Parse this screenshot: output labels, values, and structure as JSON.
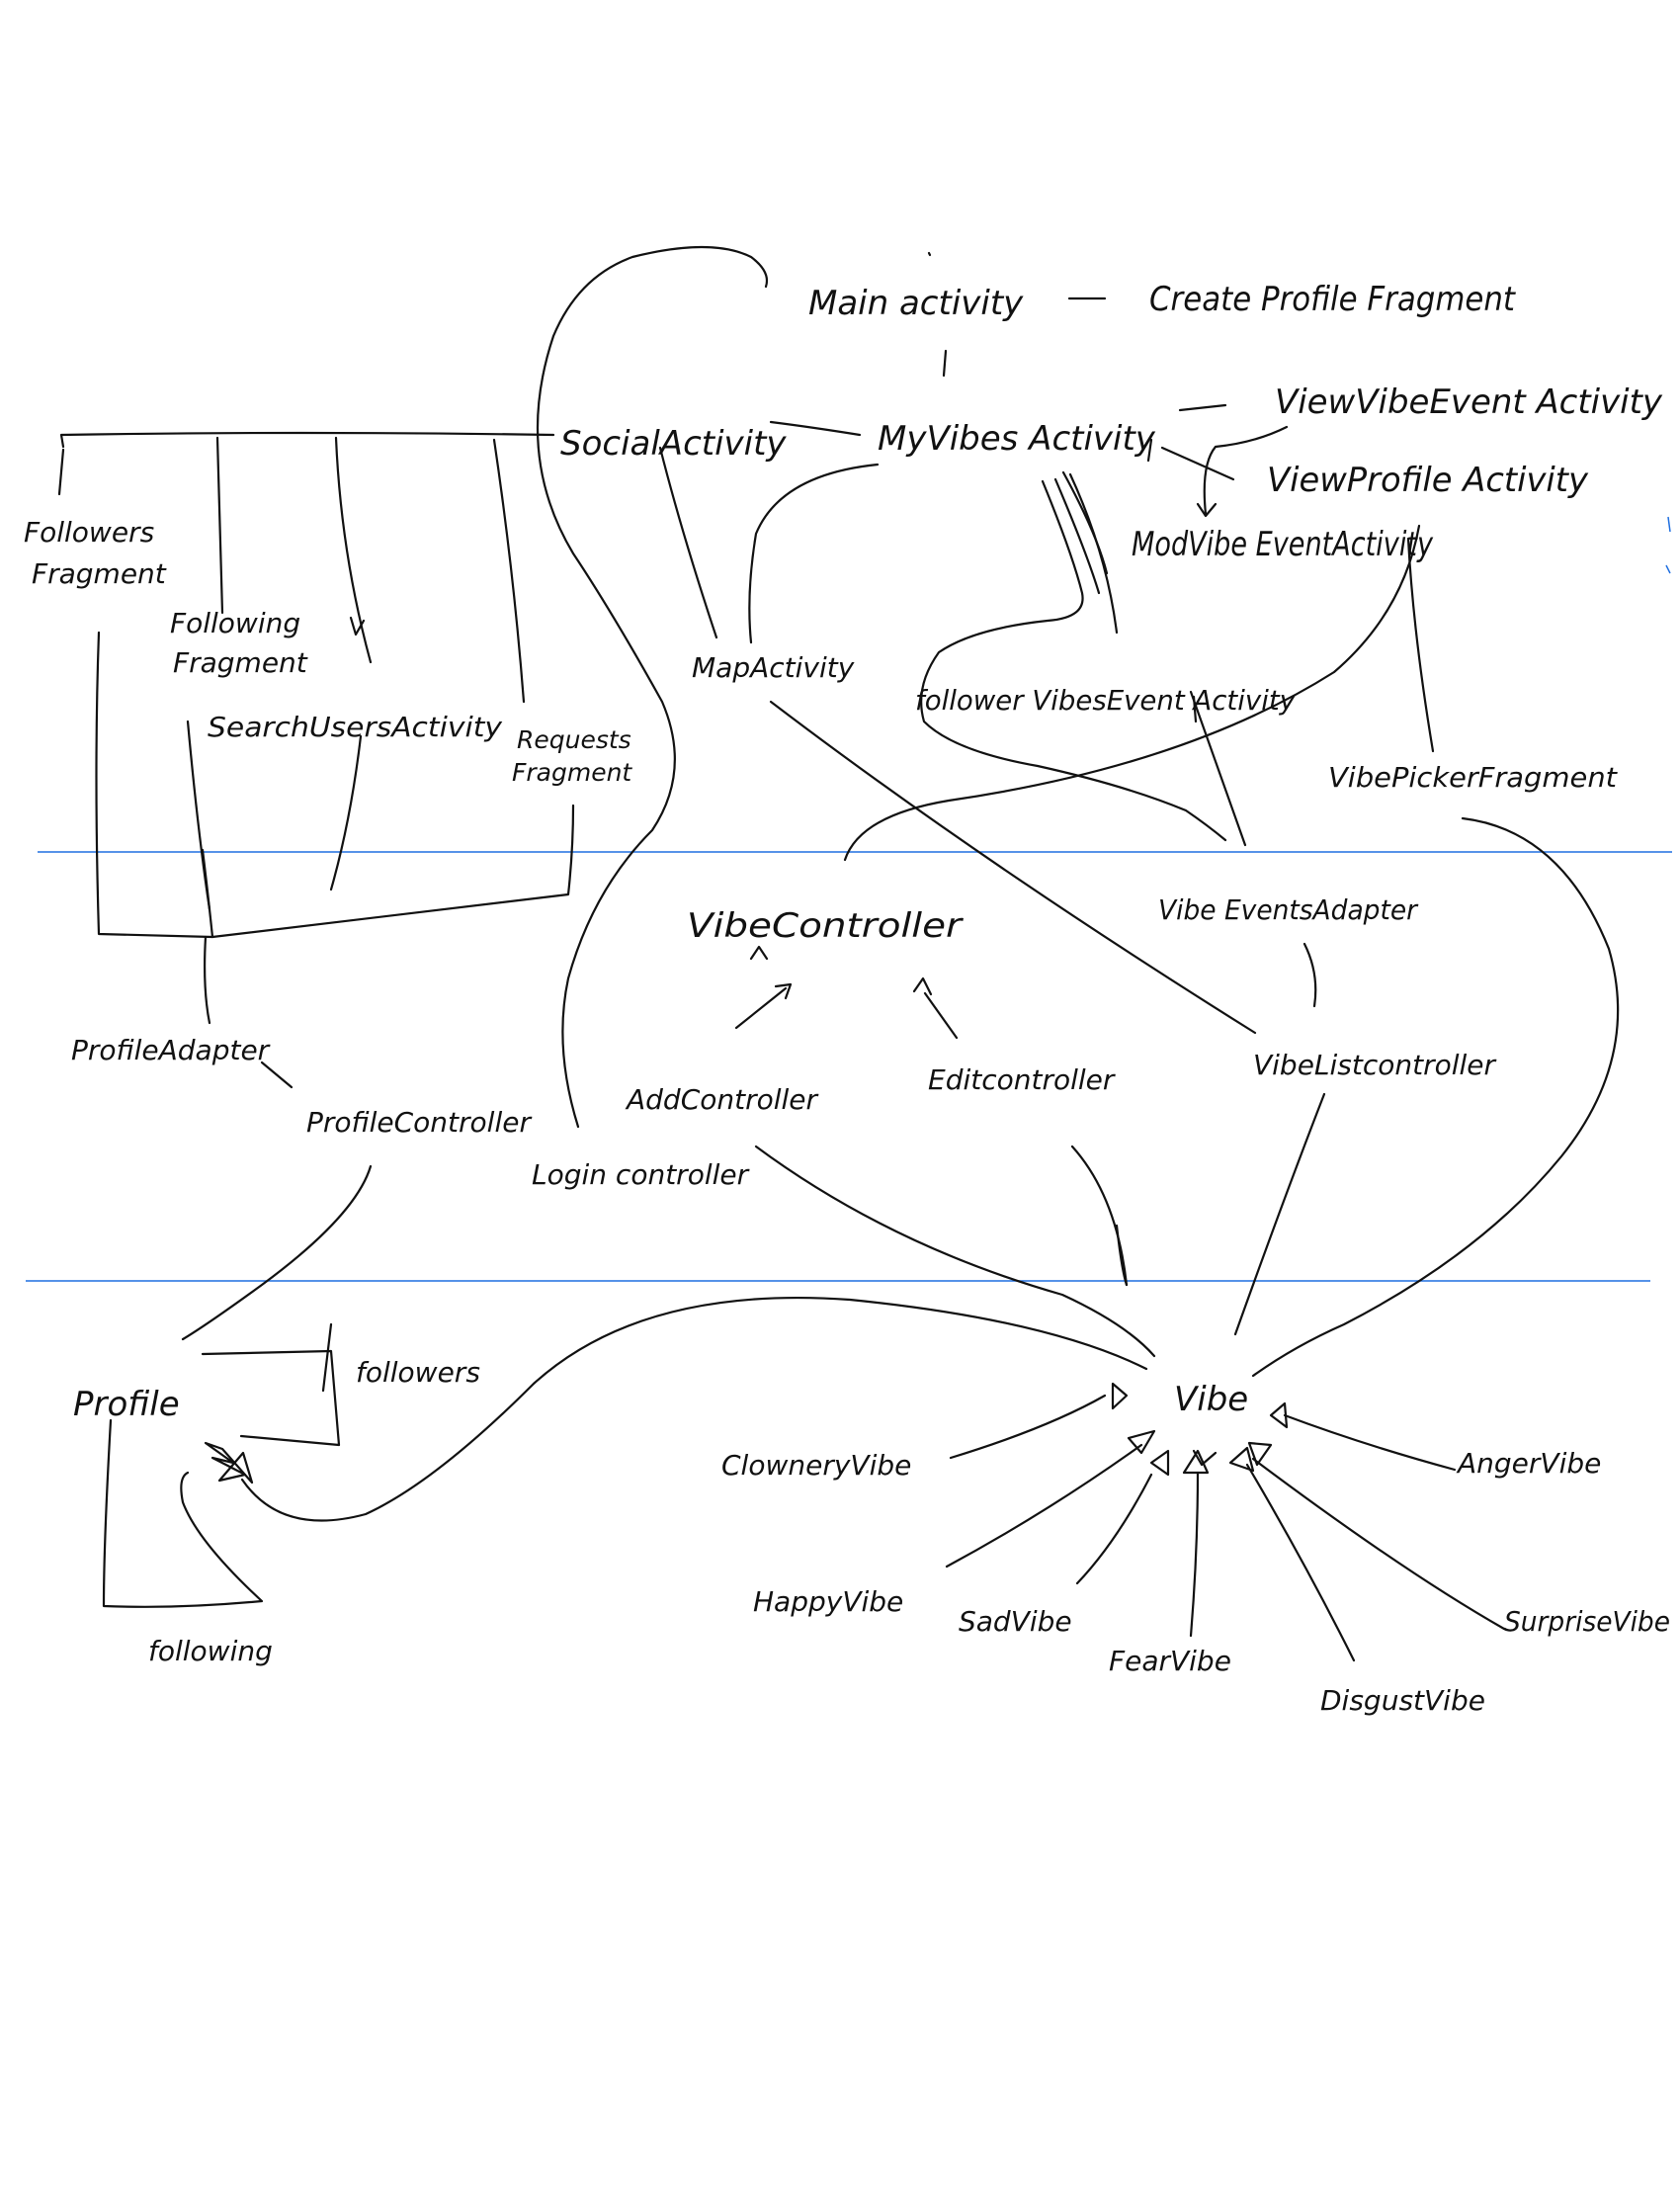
{
  "diagram": {
    "colors": {
      "ink": "#111111",
      "guide": "#1f6fe0",
      "paper": "#ffffff"
    },
    "nodes": {
      "main_activity": "Main activity",
      "create_profile_fragment": "Create Profile Fragment",
      "social_activity": "SocialActivity",
      "myvibes_activity": "MyVibes Activity",
      "view_vibe_event_activity": "ViewVibeEvent Activity",
      "view_profile_activity": "ViewProfile Activity",
      "mod_vibe_event_activity": "ModVibe EventActivity",
      "followers_fragment_line1": "Followers",
      "followers_fragment_line2": "Fragment",
      "following_fragment_line1": "Following",
      "following_fragment_line2": "Fragment",
      "search_users_activity": "SearchUsersActivity",
      "requests_fragment_line1": "Requests",
      "requests_fragment_line2": "Fragment",
      "map_activity": "MapActivity",
      "follower_vibes_event_activity": "follower VibesEvent Activity",
      "vibe_picker_fragment": "VibePickerFragment",
      "vibe_controller": "VibeController",
      "vibe_events_adapter": "Vibe EventsAdapter",
      "add_controller": "AddController",
      "edit_controller": "Editcontroller",
      "vibe_list_controller": "VibeListcontroller",
      "profile_adapter": "ProfileAdapter",
      "profile_controller": "ProfileController",
      "login_controller": "Login controller",
      "profile": "Profile",
      "followers": "followers",
      "following": "following",
      "vibe": "Vibe",
      "clownery_vibe": "ClowneryVibe",
      "anger_vibe": "AngerVibe",
      "happy_vibe": "HappyVibe",
      "sad_vibe": "SadVibe",
      "fear_vibe": "FearVibe",
      "disgust_vibe": "DisgustVibe",
      "surprise_vibe": "SurpriseVibe"
    }
  }
}
